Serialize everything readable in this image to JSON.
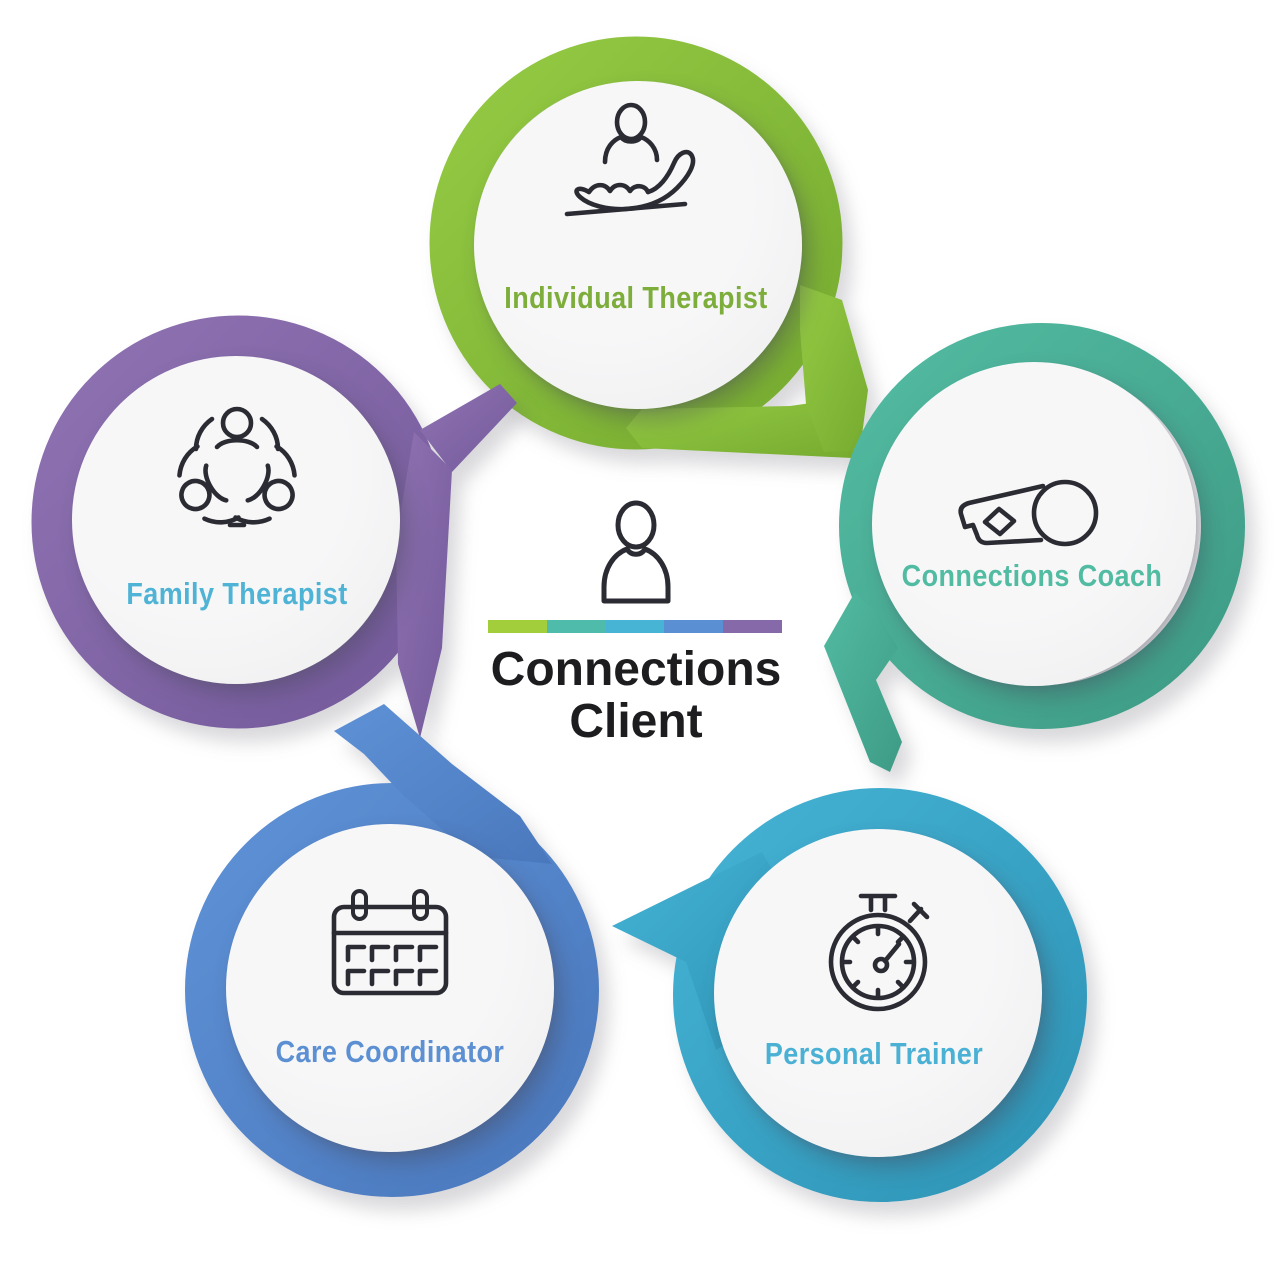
{
  "title": {
    "line1": "Connections",
    "line2": "Client"
  },
  "center": {
    "icon": "person-icon"
  },
  "legend_bar_colors": [
    "#a3ce3c",
    "#4fbcab",
    "#48b4d5",
    "#5a8fd3",
    "#8569a8"
  ],
  "title_color": "#1d1d1f",
  "nodes": [
    {
      "id": "individual-therapist",
      "label": "Individual Therapist",
      "icon": "hand-holding-person-icon",
      "ring_light": "#94ca43",
      "ring_dark": "#76ab30",
      "label_color": "#7dad3a"
    },
    {
      "id": "connections-coach",
      "label": "Connections Coach",
      "icon": "whistle-icon",
      "ring_light": "#52bba1",
      "ring_dark": "#3e9b85",
      "label_color": "#52bca2"
    },
    {
      "id": "personal-trainer",
      "label": "Personal Trainer",
      "icon": "stopwatch-icon",
      "ring_light": "#44b2d4",
      "ring_dark": "#2e94b6",
      "label_color": "#4bb1d4"
    },
    {
      "id": "care-coordinator",
      "label": "Care Coordinator",
      "icon": "calendar-icon",
      "ring_light": "#5e91d6",
      "ring_dark": "#4a78bd",
      "label_color": "#5c90d2"
    },
    {
      "id": "family-therapist",
      "label": "Family Therapist",
      "icon": "family-group-icon",
      "ring_light": "#8f72b2",
      "ring_dark": "#745a9b",
      "label_color": "#4fb3d6"
    }
  ]
}
